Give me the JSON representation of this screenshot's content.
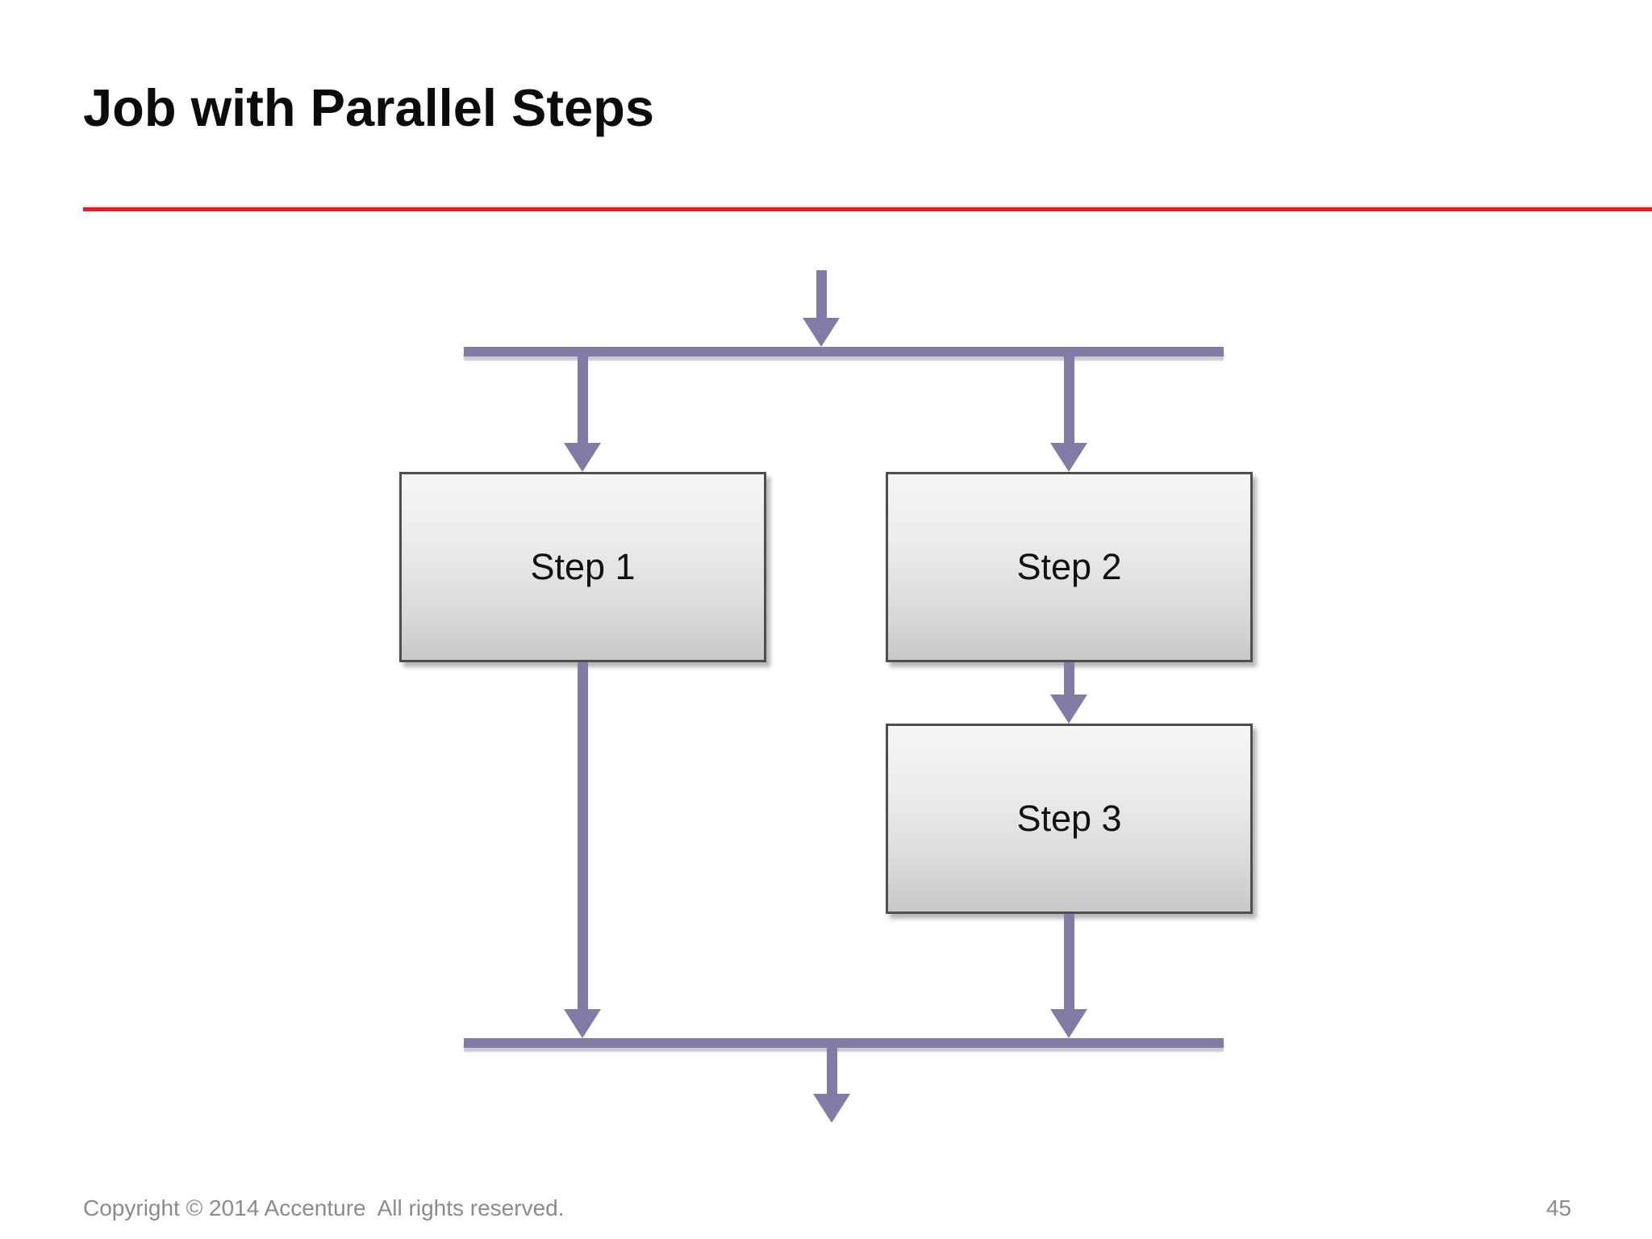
{
  "slide": {
    "title": "Job with Parallel Steps",
    "accent_color": "#e81c23",
    "footer": {
      "copyright": "Copyright © 2014 Accenture  All rights reserved.",
      "page_number": "45"
    }
  },
  "diagram": {
    "type": "flowchart",
    "connector_color": "#837aa5",
    "node_fill": "#e0e0e0",
    "node_border_color": "#4f4f4f",
    "nodes": [
      {
        "id": "step1",
        "label": "Step 1"
      },
      {
        "id": "step2",
        "label": "Step 2"
      },
      {
        "id": "step3",
        "label": "Step 3"
      }
    ],
    "edges": [
      {
        "from": "entry",
        "to": "fork-bar"
      },
      {
        "from": "fork-bar",
        "to": "step1"
      },
      {
        "from": "fork-bar",
        "to": "step2"
      },
      {
        "from": "step2",
        "to": "step3"
      },
      {
        "from": "step1",
        "to": "join-bar"
      },
      {
        "from": "step3",
        "to": "join-bar"
      },
      {
        "from": "join-bar",
        "to": "exit"
      }
    ]
  }
}
